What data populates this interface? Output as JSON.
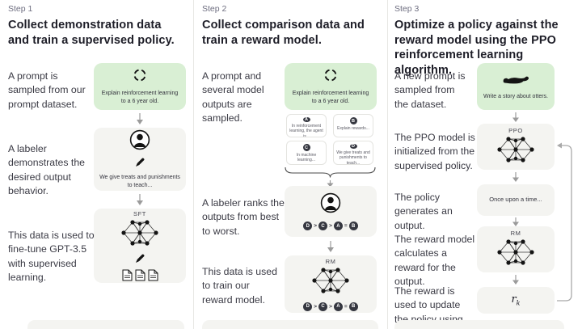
{
  "page": {
    "background": "#ffffff"
  },
  "colors": {
    "green_box": "#d9efd4",
    "gray_box": "#f4f4f1",
    "heading_text": "#1d1d27",
    "body_text": "#3a3a44",
    "step_text": "#6e6e80",
    "icon_ink": "#141414",
    "arrow_gray": "#9b9b9b"
  },
  "icons": {
    "prompt_sample": "dashed-cycle",
    "labeler": "person-in-circle",
    "write": "pencil",
    "model": "neural-network",
    "data": "documents",
    "otter": "otter-silhouette",
    "flow": "down-arrow",
    "group": "curly-brace",
    "loop": "feedback-loop-arrow"
  },
  "columns": [
    {
      "step": "Step 1",
      "heading": "Collect demonstration data and train a supervised policy.",
      "texts": {
        "t1": "A prompt is sampled from our prompt dataset.",
        "t2": "A labeler demonstrates the desired output behavior.",
        "t3": "This data is used to fine-tune GPT-3.5 with supervised learning."
      },
      "boxes": {
        "prompt_caption": "Explain reinforcement learning to a 6 year old.",
        "labeler_caption": "We give treats and punishments to teach...",
        "sft_label": "SFT"
      }
    },
    {
      "step": "Step 2",
      "heading": "Collect comparison data and train a reward model.",
      "texts": {
        "t1": "A prompt and several model outputs are sampled.",
        "t2": "A labeler ranks the outputs from best to worst.",
        "t3": "This data is used to train our reward model."
      },
      "boxes": {
        "prompt_caption": "Explain reinforcement learning to a 6 year old.",
        "rm_label": "RM"
      },
      "options": [
        {
          "letter": "A",
          "text": "In reinforcement learning, the agent is..."
        },
        {
          "letter": "B",
          "text": "Explain rewards..."
        },
        {
          "letter": "C",
          "text": "In machine learning..."
        },
        {
          "letter": "D",
          "text": "We give treats and punishments to teach..."
        }
      ],
      "ranking": {
        "letters": [
          "D",
          "C",
          "A",
          "B"
        ],
        "separators": [
          ">",
          ">",
          "="
        ]
      }
    },
    {
      "step": "Step 3",
      "heading": "Optimize a policy against the reward model using the PPO reinforcement learning algorithm.",
      "texts": {
        "t1": "A new prompt is sampled from the dataset.",
        "t2": "The PPO model is initialized from the supervised policy.",
        "t3": "The policy generates an output.",
        "t4": "The reward model calculates a reward for the output.",
        "t5": "The reward is used to update the policy using PPO."
      },
      "boxes": {
        "prompt_caption": "Write a story about otters.",
        "ppo_label": "PPO",
        "output_text": "Once upon a time...",
        "rm_label": "RM",
        "reward_base": "r",
        "reward_sub": "k"
      }
    }
  ]
}
